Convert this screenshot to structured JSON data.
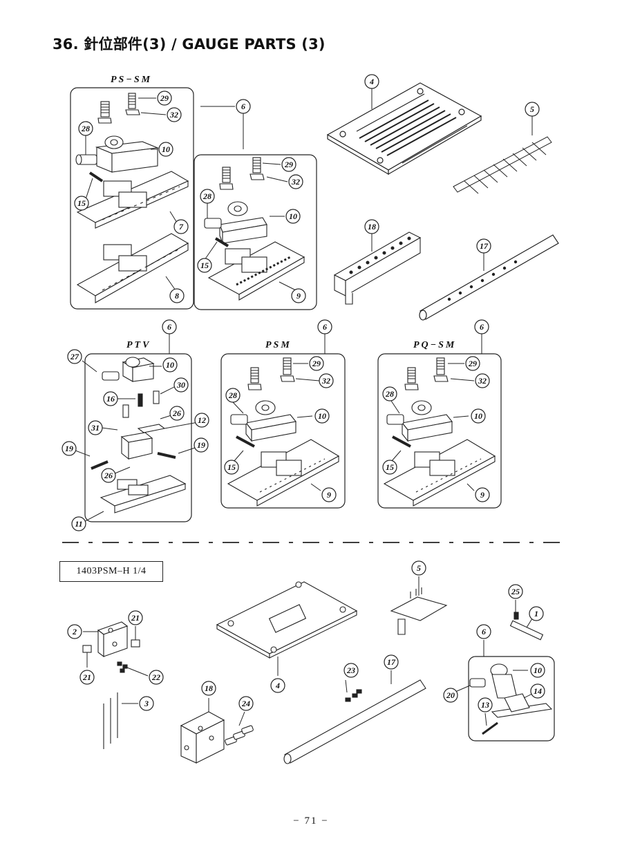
{
  "header": {
    "title": "36. 針位部件(3) / GAUGE PARTS (3)"
  },
  "groups": {
    "ps_sm": "PS−SM",
    "ptv": "PTV",
    "psm": "PSM",
    "pq_sm": "PQ−SM"
  },
  "model_box": "1403PSM–H 1/4",
  "footer": {
    "page": "− 71 −"
  },
  "callouts": [
    "1",
    "2",
    "3",
    "4",
    "5",
    "6",
    "7",
    "8",
    "9",
    "10",
    "11",
    "12",
    "13",
    "14",
    "15",
    "16",
    "17",
    "18",
    "19",
    "20",
    "21",
    "22",
    "23",
    "24",
    "25",
    "26",
    "27",
    "28",
    "29",
    "30",
    "31",
    "32"
  ],
  "colors": {
    "line": "#222222",
    "fill": "#ffffff",
    "shade": "#555555"
  }
}
